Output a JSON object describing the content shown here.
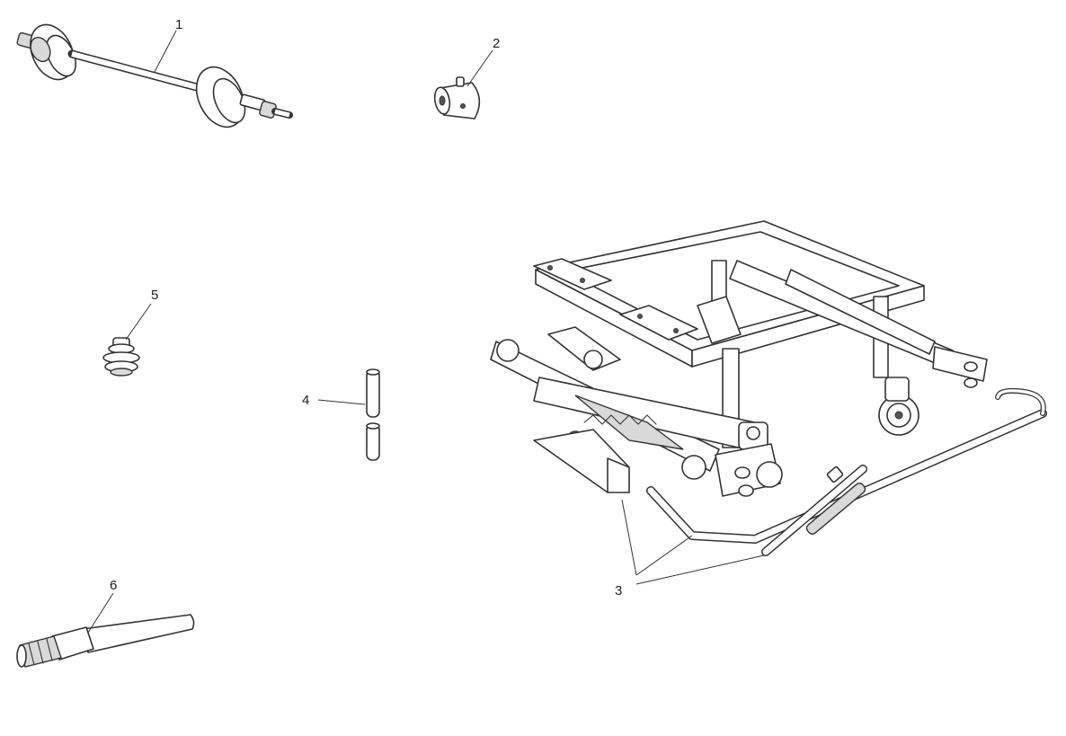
{
  "callouts": {
    "c1": "1",
    "c2": "2",
    "c3": "3",
    "c4": "4",
    "c5": "5",
    "c6": "6"
  },
  "colors": {
    "ink": "#333333",
    "background": "#ffffff",
    "shade": "#d9d9d9"
  }
}
